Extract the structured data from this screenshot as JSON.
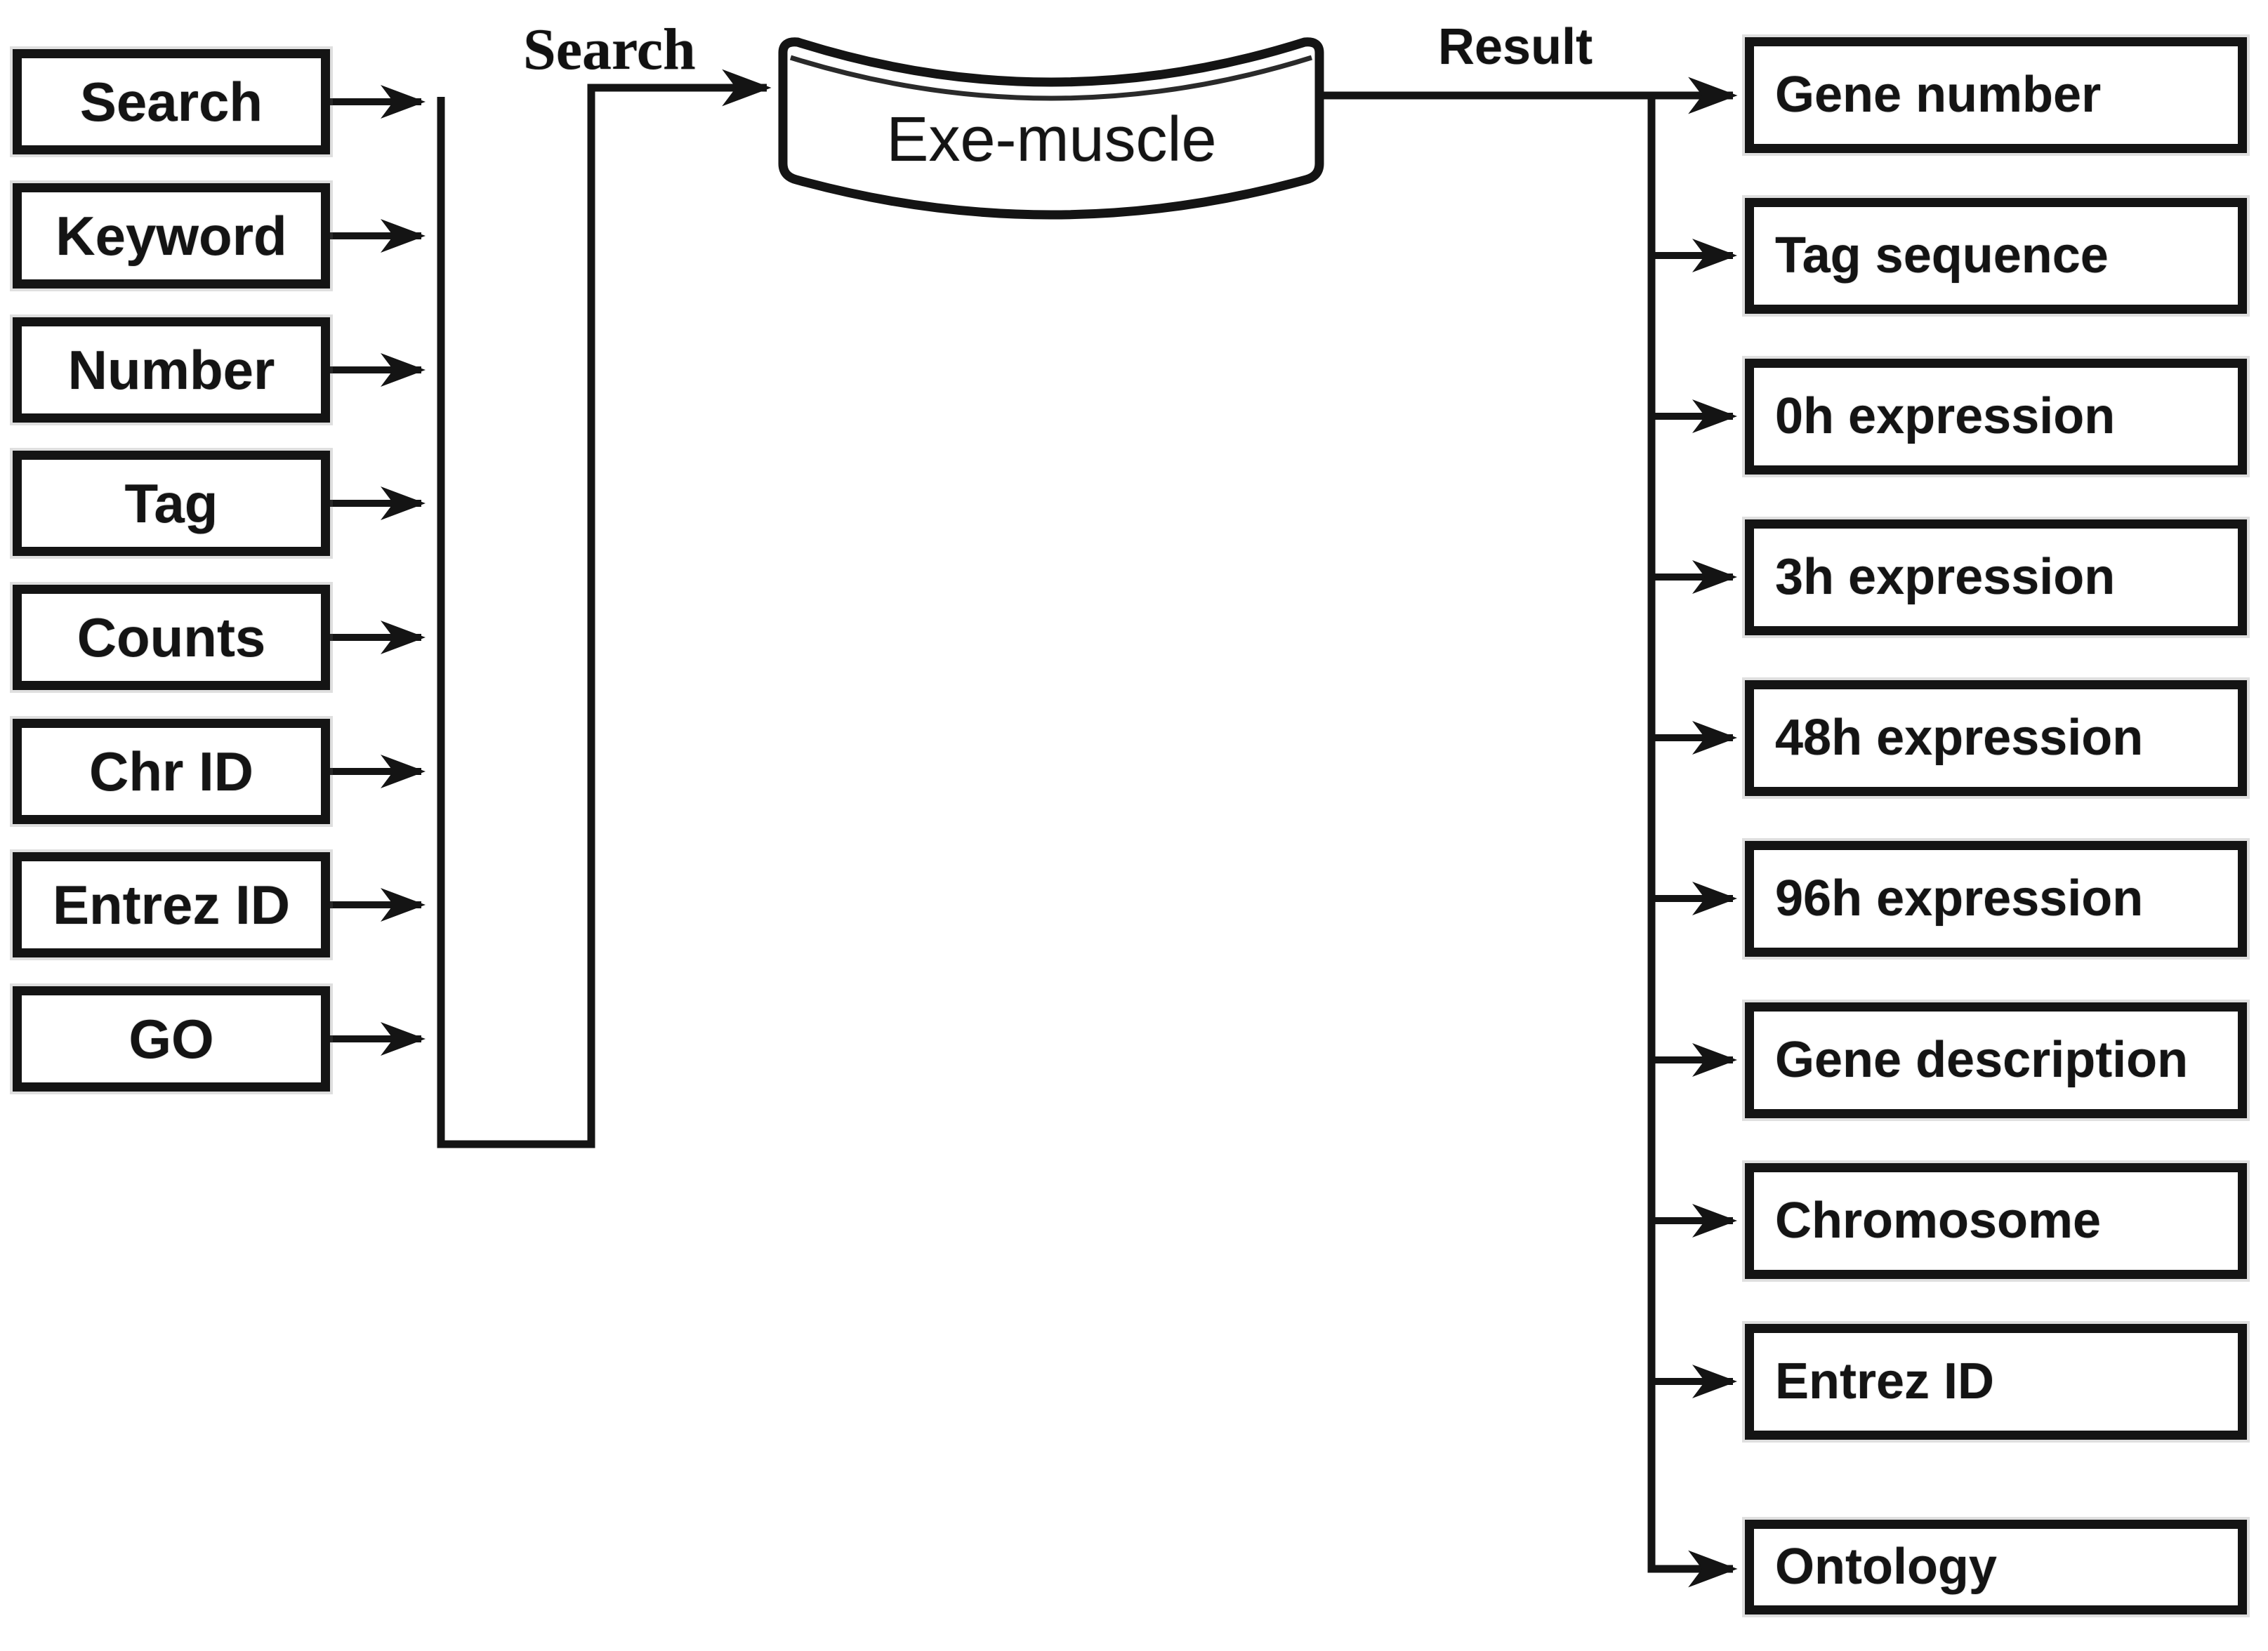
{
  "figure": {
    "left_flow_label": "Search",
    "right_flow_label": "Result",
    "database_name": "Exe-muscle",
    "search_inputs": [
      "Search",
      "Keyword",
      "Number",
      "Tag",
      "Counts",
      "Chr ID",
      "Entrez ID",
      "GO"
    ],
    "result_outputs": [
      "Gene number",
      "Tag sequence",
      "0h expression",
      "3h expression",
      "48h expression",
      "96h expression",
      "Gene description",
      "Chromosome",
      "Entrez ID",
      "Ontology"
    ],
    "colors": {
      "ink": "#141414",
      "background": "#ffffff"
    }
  }
}
